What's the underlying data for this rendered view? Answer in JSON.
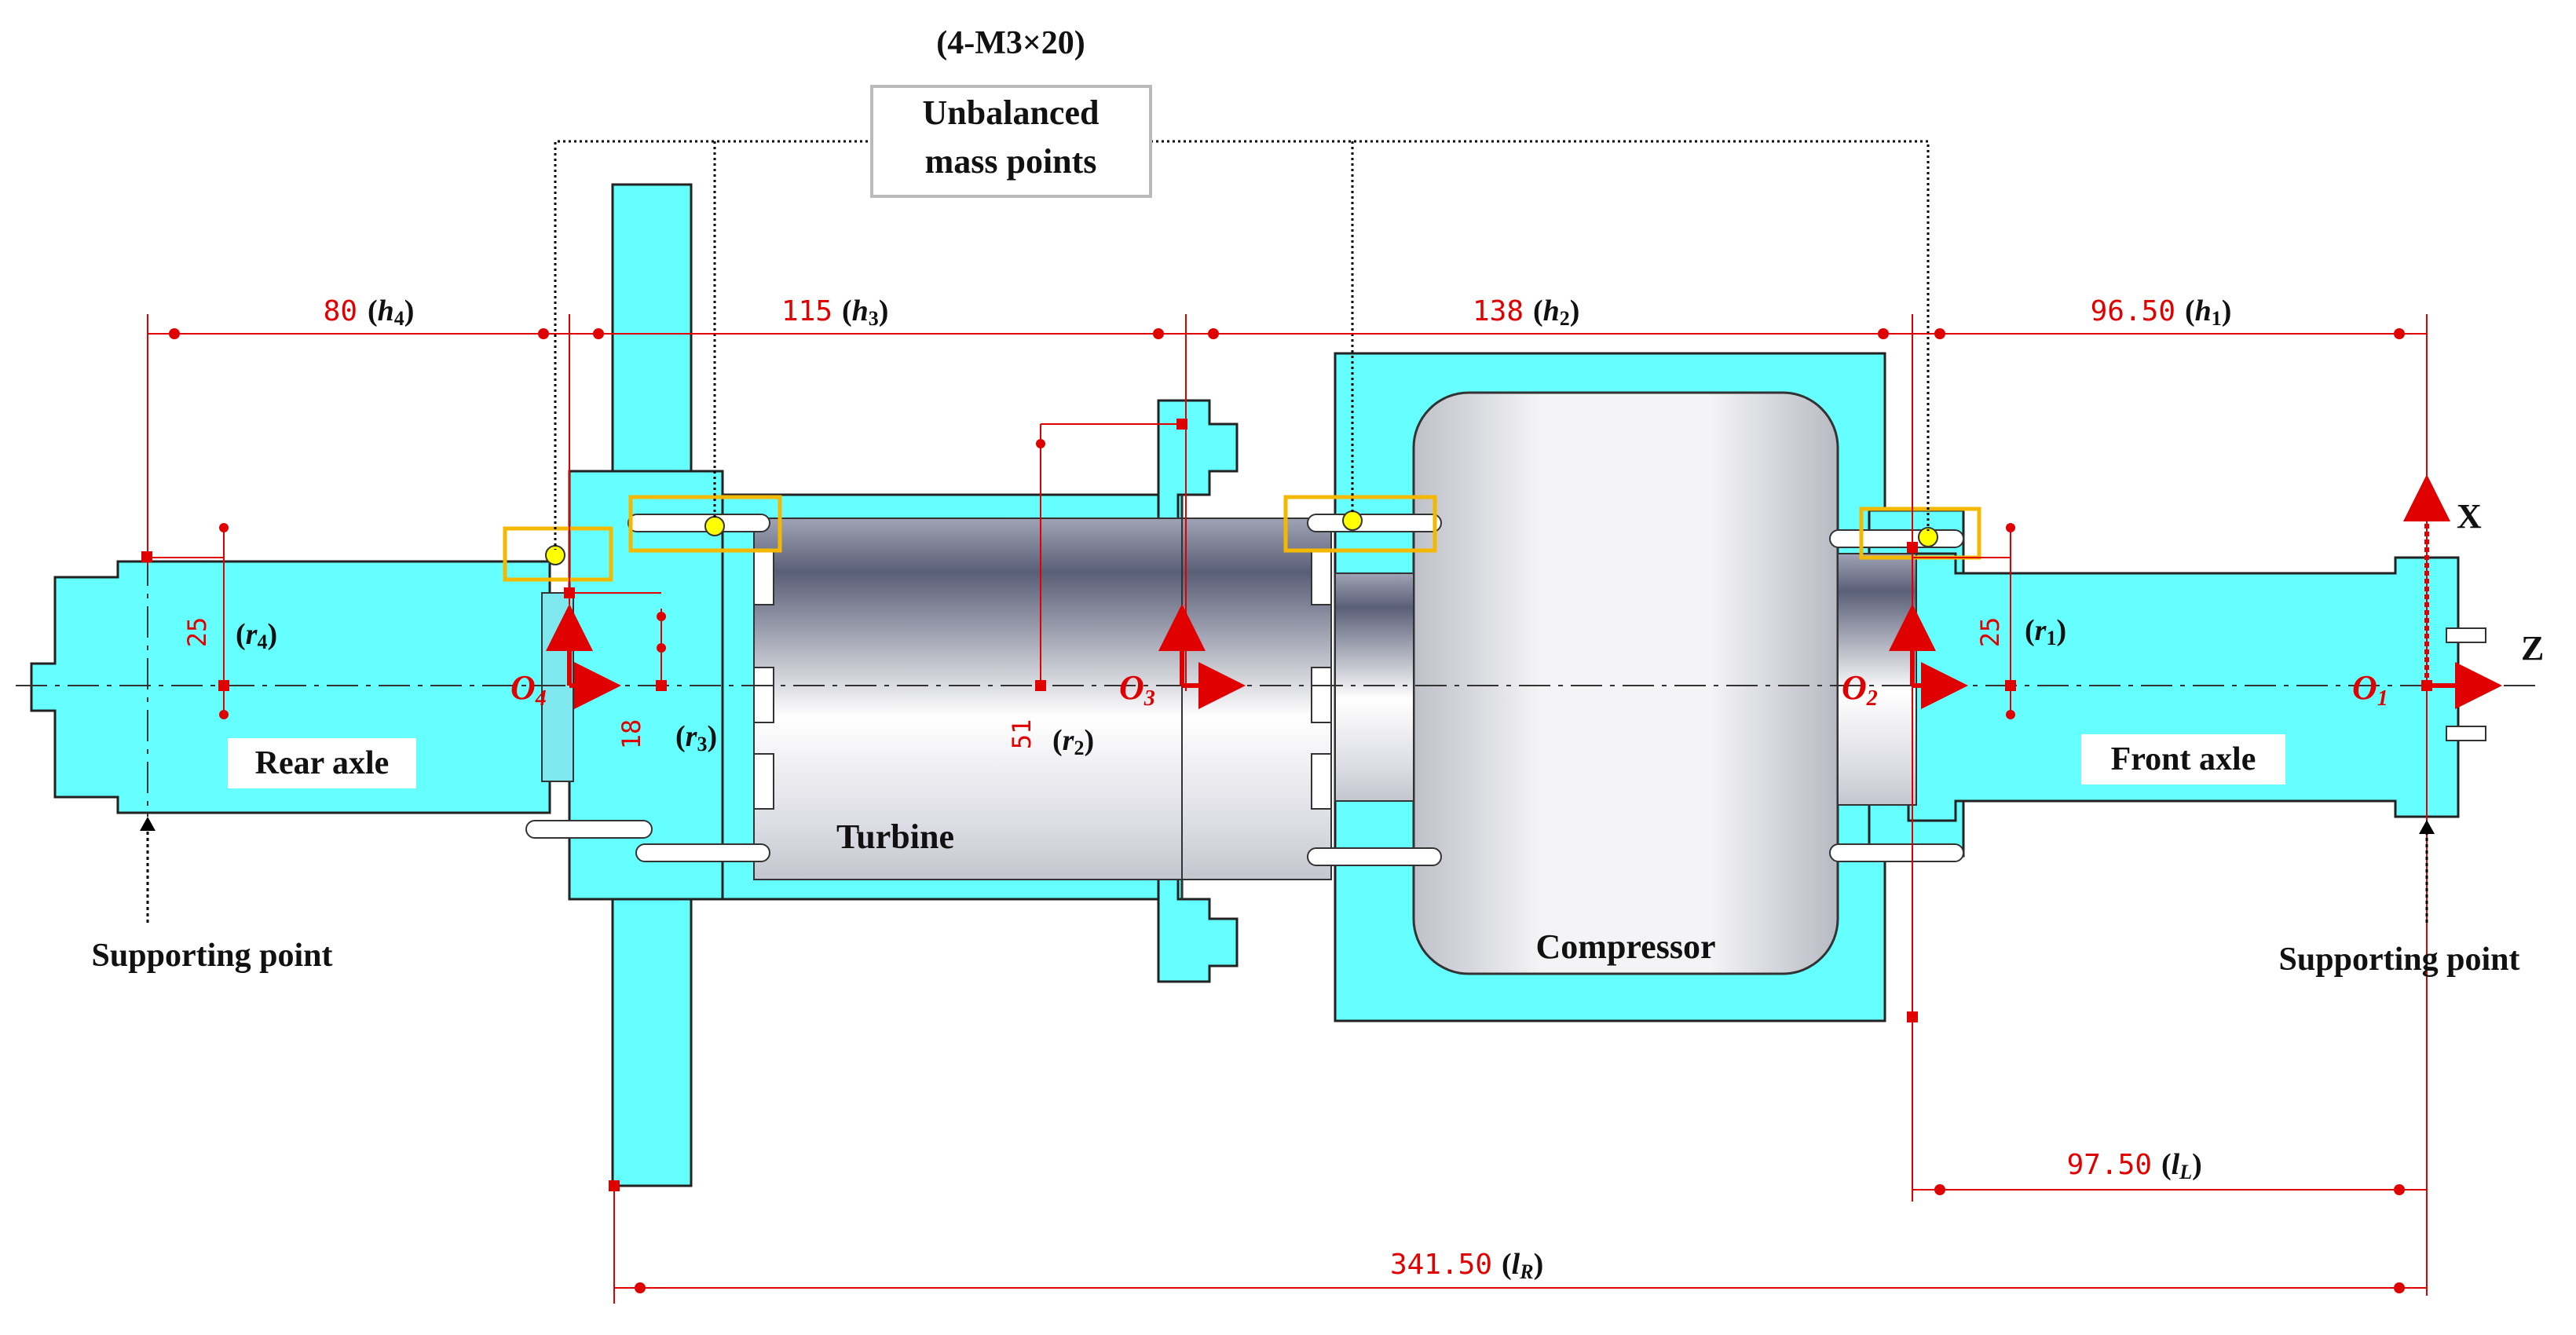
{
  "title": "(4-M3×20)",
  "callout": {
    "line1": "Unbalanced",
    "line2": "mass points"
  },
  "parts": {
    "rear_axle": "Rear axle",
    "turbine": "Turbine",
    "compressor": "Compressor",
    "front_axle": "Front axle"
  },
  "supports": {
    "left": "Supporting point",
    "right": "Supporting point"
  },
  "axes": {
    "x": "X",
    "z": "Z"
  },
  "origins": {
    "o1": "O",
    "o1_sub": "1",
    "o2": "O",
    "o2_sub": "2",
    "o3": "O",
    "o3_sub": "3",
    "o4": "O",
    "o4_sub": "4"
  },
  "dimensions": {
    "h4": {
      "value": "80",
      "sym": "h",
      "sub": "4"
    },
    "h3": {
      "value": "115",
      "sym": "h",
      "sub": "3"
    },
    "h2": {
      "value": "138",
      "sym": "h",
      "sub": "2"
    },
    "h1": {
      "value": "96.50",
      "sym": "h",
      "sub": "1"
    },
    "r4": {
      "value": "25",
      "sym": "r",
      "sub": "4"
    },
    "r3": {
      "value": "18",
      "sym": "r",
      "sub": "3"
    },
    "r2": {
      "value": "51",
      "sym": "r",
      "sub": "2"
    },
    "r1": {
      "value": "25",
      "sym": "r",
      "sub": "1"
    },
    "lL": {
      "value": "97.50",
      "sym": "l",
      "sub": "L"
    },
    "lR": {
      "value": "341.50",
      "sym": "l",
      "sub": "R"
    }
  },
  "colors": {
    "body": "#66ffff",
    "dimension": "#e00000",
    "highlight": "#f5b800",
    "mass_point": "#ffff00",
    "outline": "#222222"
  }
}
